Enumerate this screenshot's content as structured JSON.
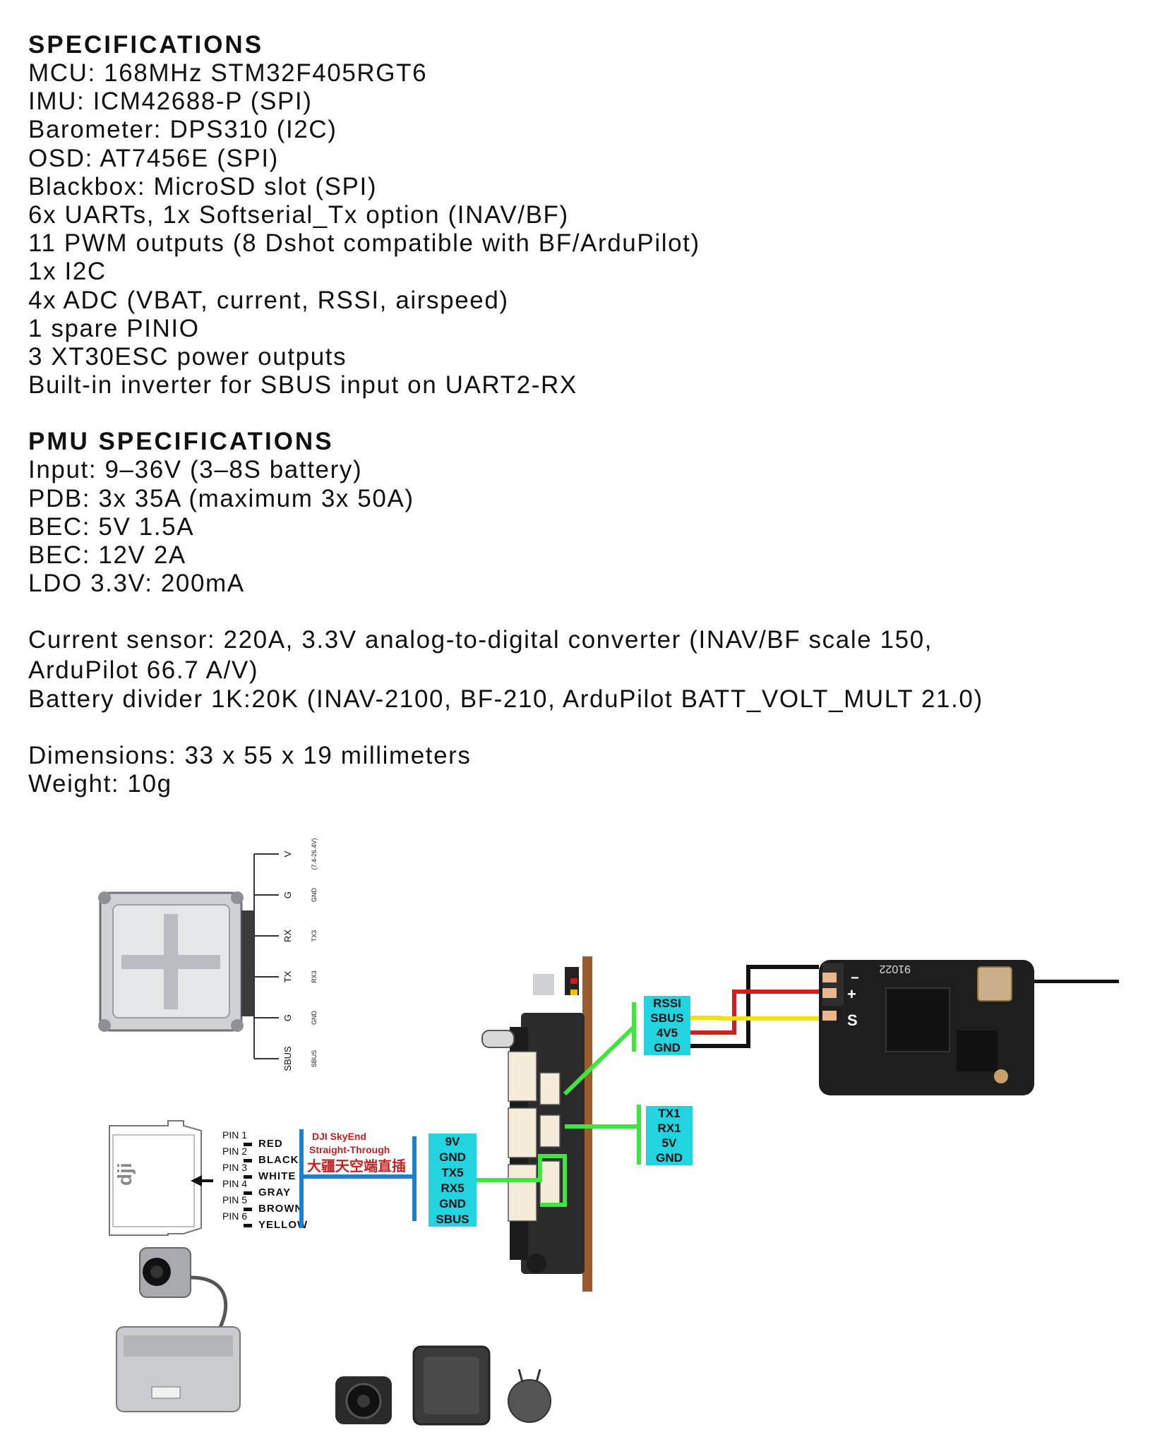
{
  "specs": {
    "title": "SPECIFICATIONS",
    "lines": [
      "MCU: 168MHz STM32F405RGT6",
      "IMU: ICM42688-P (SPI)",
      "Barometer: DPS310 (I2C)",
      "OSD: AT7456E (SPI)",
      "Blackbox: MicroSD slot (SPI)",
      "6x UARTs, 1x Softserial_Tx option (INAV/BF)",
      "11 PWM outputs (8 Dshot compatible with BF/ArduPilot)",
      "1x I2C",
      "4x ADC (VBAT, current, RSSI, airspeed)",
      "1 spare PINIO",
      "3 XT30ESC power outputs",
      "Built-in inverter for SBUS input on UART2-RX"
    ]
  },
  "pmu": {
    "title": "PMU SPECIFICATIONS",
    "lines": [
      "Input: 9–36V (3–8S battery)",
      "PDB: 3x 35A (maximum 3x 50A)",
      "BEC: 5V 1.5A",
      "BEC: 12V 2A",
      "LDO 3.3V: 200mA"
    ]
  },
  "sensor": {
    "current_line1": "Current sensor: 220A, 3.3V analog-to-digital converter (INAV/BF scale 150,",
    "current_line2": "ArduPilot 66.7 A/V)",
    "divider": "Battery divider 1K:20K (INAV-2100, BF-210, ArduPilot BATT_VOLT_MULT 21.0)"
  },
  "physical": {
    "dimensions": "Dimensions: 33 x 55 x 19 millimeters",
    "weight": "Weight: 10g"
  },
  "diagram": {
    "vtx_pins": [
      {
        "main": "V",
        "sub": "(7.4-26.4V)"
      },
      {
        "main": "G",
        "sub": "GND"
      },
      {
        "main": "RX",
        "sub": "TX3"
      },
      {
        "main": "TX",
        "sub": "RX3"
      },
      {
        "main": "G",
        "sub": "GND"
      },
      {
        "main": "SBUS",
        "sub": "SBUS"
      }
    ],
    "dji_pins": [
      {
        "pin": "PIN 1",
        "color": "RED"
      },
      {
        "pin": "PIN 2",
        "color": "BLACK"
      },
      {
        "pin": "PIN 3",
        "color": "WHITE"
      },
      {
        "pin": "PIN 4",
        "color": "GRAY"
      },
      {
        "pin": "PIN 5",
        "color": "BROWN"
      },
      {
        "pin": "PIN 6",
        "color": "YELLOW"
      }
    ],
    "dji_label_1": "DJI SkyEnd",
    "dji_label_2": "Straight-Through",
    "dji_label_cn": "大疆天空端直插",
    "uart5_pads": [
      "9V",
      "GND",
      "TX5",
      "RX5",
      "GND",
      "SBUS"
    ],
    "uart1_pads": [
      "TX1",
      "RX1",
      "5V",
      "GND"
    ],
    "rx_pads": [
      "RSSI",
      "SBUS",
      "4V5",
      "GND"
    ],
    "receiver_marking": "91022",
    "receiver_pins": [
      "−",
      "+",
      "S"
    ],
    "colors": {
      "cyan_pad": "#22d3e0",
      "green_wire": "#3ee63e",
      "blue_wire": "#1b7fd6",
      "red_wire": "#d81b1b",
      "yellow_wire": "#f2e200",
      "black_wire": "#111111",
      "dji_text": "#c81e1e"
    }
  }
}
